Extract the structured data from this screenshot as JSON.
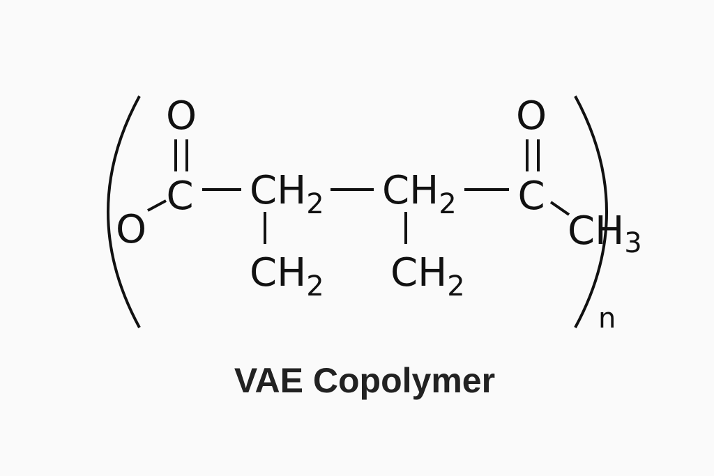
{
  "structure": {
    "left_oxygen": "O",
    "carbonyl_left": {
      "carbon": "C",
      "oxygen": "O"
    },
    "backbone_1": {
      "group": "CH",
      "subscript": "2"
    },
    "backbone_2": {
      "group": "CH",
      "subscript": "2"
    },
    "pendant_1": {
      "group": "CH",
      "subscript": "2"
    },
    "pendant_2": {
      "group": "CH",
      "subscript": "2"
    },
    "carbonyl_right": {
      "carbon": "C",
      "oxygen": "O"
    },
    "methyl": {
      "group": "CH",
      "subscript": "3"
    },
    "repeat_subscript": "n"
  },
  "title": "VAE Copolymer"
}
